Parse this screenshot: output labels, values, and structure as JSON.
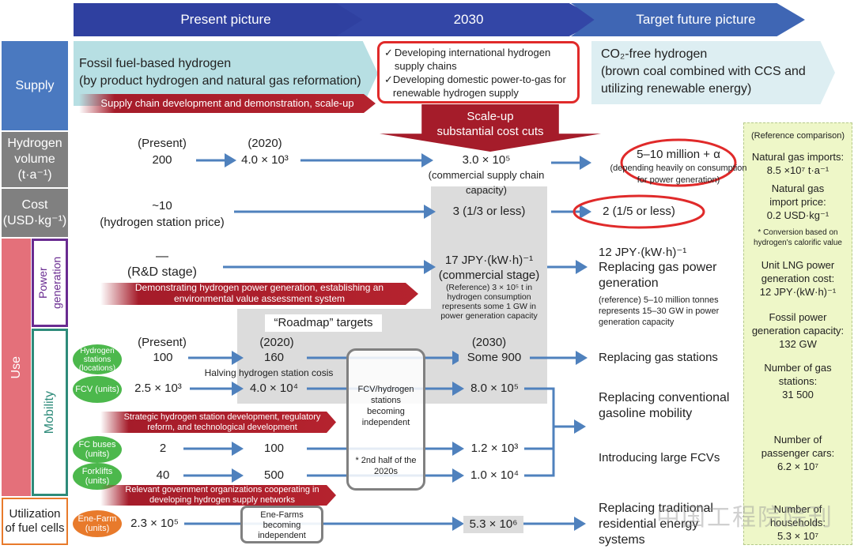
{
  "phases": [
    "Present picture",
    "2030",
    "Target future picture"
  ],
  "categories": {
    "supply": "Supply",
    "volume": "Hydrogen volume (t·a⁻¹)",
    "cost": "Cost (USD·kg⁻¹)",
    "use": "Use",
    "power": "Power generation",
    "mobility": "Mobility",
    "fuel_cells": "Utilization of fuel cells"
  },
  "supply": {
    "present_line1": "Fossil fuel-based hydrogen",
    "present_line2": "(by product hydrogen and natural gas reformation)",
    "banner": "Supply chain development and demonstration, scale-up",
    "mid_item1": "Developing international hydrogen supply chains",
    "mid_item2": "Developing domestic power-to-gas for renewable hydrogen supply",
    "check": "✓",
    "future_line1": "CO₂-free hydrogen",
    "future_line2": "(brown coal combined with CCS and utilizing renewable energy)",
    "scaleup": "Scale-up",
    "costcuts": "substantial cost cuts"
  },
  "volume": {
    "present_label": "(Present)",
    "present": "200",
    "y2020_label": "(2020)",
    "y2020": "4.0 × 10³",
    "y2030": "3.0 × 10⁵",
    "y2030_note": "(commercial supply chain capacity)",
    "future": "5–10 million + α",
    "future_note": "(depending heavily on consumption for power generation)"
  },
  "cost": {
    "present": "~10",
    "present_note": "(hydrogen station price)",
    "y2030": "3 (1/3 or less)",
    "future": "2 (1/5 or less)"
  },
  "power": {
    "present_dash": "—",
    "present": "(R&D stage)",
    "y2030": "17 JPY·(kW·h)⁻¹",
    "y2030_stage": "(commercial stage)",
    "y2030_ref": "(Reference) 3 × 10⁵ t in hydrogen consumption represents some 1 GW in power generation capacity",
    "future_cost": "12 JPY·(kW·h)⁻¹",
    "future": "Replacing gas power generation",
    "future_ref": "(reference) 5–10 million tonnes represents 15–30 GW in power generation capacity",
    "banner": "Demonstrating hydrogen power generation, establishing an environmental value assessment system"
  },
  "roadmap": {
    "label": "“Roadmap” targets",
    "present_label": "(Present)",
    "y2020_label": "(2020)",
    "y2030_label": "(2030)",
    "halving": "Halving hydrogen station cosis",
    "box": "FCV/hydrogen stations becoming independent",
    "box_note": "* 2nd half of the 2020s"
  },
  "mobility": {
    "rows": [
      {
        "label": "Hydrogen stations (locations)",
        "present": "100",
        "y2020": "160",
        "y2030": "Some 900"
      },
      {
        "label": "FCV (units)",
        "present": "2.5 × 10³",
        "y2020": "4.0 × 10⁴",
        "y2030": "8.0 × 10⁵"
      },
      {
        "label": "FC buses (units)",
        "present": "2",
        "y2020": "100",
        "y2030": "1.2 × 10³"
      },
      {
        "label": "Forklifts (units)",
        "present": "40",
        "y2020": "500",
        "y2030": "1.0 × 10⁴"
      }
    ],
    "banner1": "Strategic hydrogen station development, regulatory reform, and technological development",
    "banner2": "Relevant government organizations cooperating in developing hydrogen supply networks",
    "future_stations": "Replacing gas stations",
    "future_mobility": "Replacing conventional gasoline mobility",
    "future_fcv": "Introducing large FCVs"
  },
  "fuel_cells": {
    "label": "Ene-Farm (units)",
    "present": "2.3 × 10⁵",
    "box": "Ene-Farms becoming independent",
    "y2030": "5.3 × 10⁶",
    "future": "Replacing traditional residential energy systems"
  },
  "reference": {
    "title": "(Reference comparison)",
    "ng_imports": "Natural gas imports:",
    "ng_imports_val": "8.5 ×10⁷ t·a⁻¹",
    "ng_price": "Natural gas import price:",
    "ng_price_val": "0.2 USD·kg⁻¹",
    "note": "* Conversion based on hydrogen's calorific value",
    "lng": "Unit LNG power generation cost:",
    "lng_val": "12  JPY·(kW·h)⁻¹",
    "fossil": "Fossil power generation capacity:",
    "fossil_val": "132 GW",
    "gas_stations": "Number of gas stations:",
    "gas_stations_val": "31 500",
    "cars": "Number of passenger cars:",
    "cars_val": "6.2 × 10⁷",
    "households": "Number of households:",
    "households_val": "5.3 × 10⁷"
  },
  "watermark": "中国工程院院刊",
  "colors": {
    "phase": "#2f40a0",
    "phase_future": "#3f66b4",
    "supply": "#4a79c0",
    "gray": "#808080",
    "use": "#e4707a",
    "power": "#6a2c91",
    "mobility": "#2e8b7a",
    "fuel_cells": "#e87a2b",
    "arrow": "#4f81bd",
    "banner": "#b5232e",
    "reference": "#eef7c8",
    "oval": "#4cb84c"
  }
}
